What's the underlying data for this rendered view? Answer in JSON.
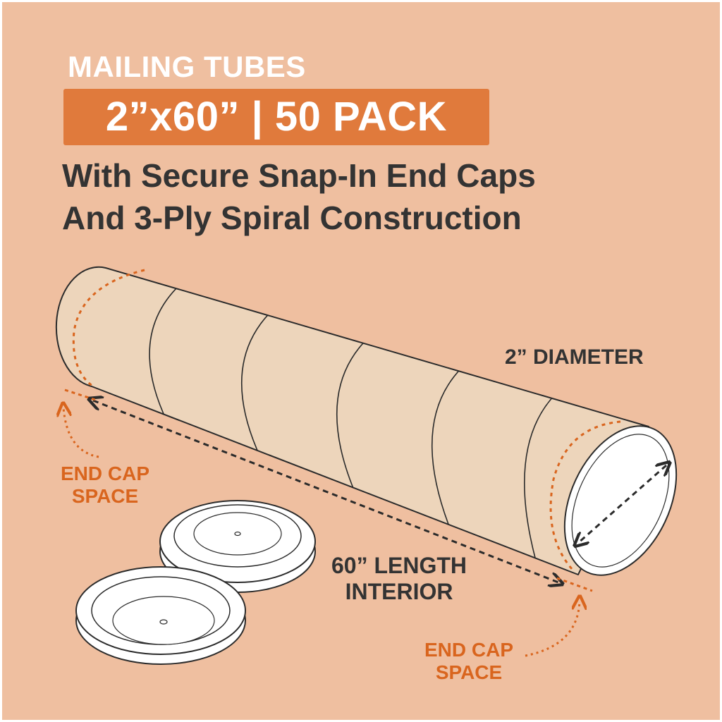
{
  "header": {
    "eyebrow": "MAILING TUBES",
    "banner": "2”x60” | 50 PACK",
    "subline_1": "With Secure Snap-In End Caps",
    "subline_2": "And 3-Ply Spiral Construction"
  },
  "annotations": {
    "diameter": "2” DIAMETER",
    "length_1": "60” LENGTH",
    "length_2": "INTERIOR",
    "end_cap_left_1": "END CAP",
    "end_cap_left_2": "SPACE",
    "end_cap_right_1": "END CAP",
    "end_cap_right_2": "SPACE"
  },
  "colors": {
    "background": "#efbfa0",
    "accent": "#e07a3c",
    "text_dark": "#333333",
    "tube": "#edd5bb",
    "annotation": "#d9651e"
  },
  "icons": [
    "mailing-tube-illustration",
    "end-cap-icon",
    "dimension-arrow-icon"
  ]
}
